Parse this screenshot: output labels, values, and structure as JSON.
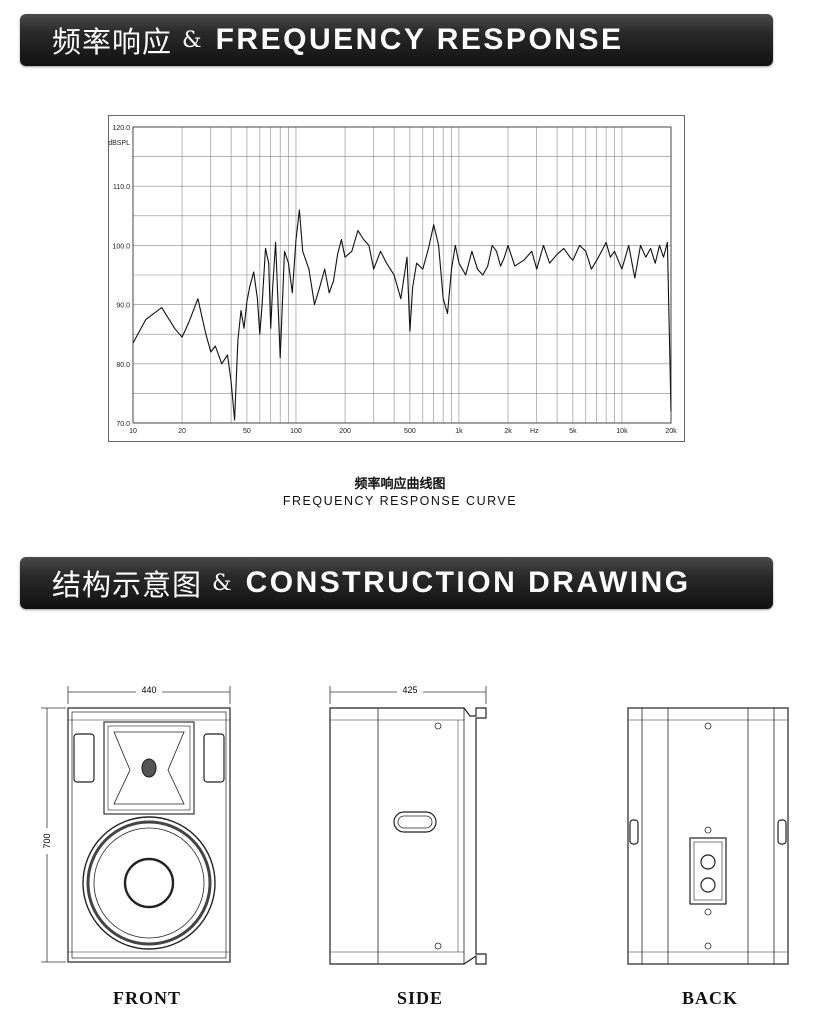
{
  "banner_frequency": {
    "cn": "频率响应",
    "amp": "&",
    "en": "FREQUENCY RESPONSE"
  },
  "chart_caption": {
    "cn": "频率响应曲线图",
    "en": "FREQUENCY RESPONSE CURVE"
  },
  "banner_construction": {
    "cn": "结构示意图",
    "amp": "&",
    "en": "CONSTRUCTION DRAWING"
  },
  "chart_data": {
    "type": "line",
    "ylabel": "dBSPL",
    "xlabel": "Hz",
    "ylim": [
      70,
      120
    ],
    "xlim": [
      10,
      20000
    ],
    "xscale": "log",
    "grid": true,
    "y_ticks": [
      "120.0",
      "110.0",
      "100.0",
      "90.0",
      "80.0",
      "70.0"
    ],
    "x_ticks": [
      {
        "value": 10,
        "label": "10"
      },
      {
        "value": 20,
        "label": "20"
      },
      {
        "value": 50,
        "label": "50"
      },
      {
        "value": 100,
        "label": "100"
      },
      {
        "value": 200,
        "label": "200"
      },
      {
        "value": 500,
        "label": "500"
      },
      {
        "value": 1000,
        "label": "1k"
      },
      {
        "value": 2000,
        "label": "2k"
      },
      {
        "value": 5000,
        "label": "5k"
      },
      {
        "value": 10000,
        "label": "10k"
      },
      {
        "value": 20000,
        "label": "20k"
      }
    ],
    "series": [
      {
        "x": [
          10,
          12,
          15,
          18,
          20,
          22,
          25,
          28,
          30,
          32,
          35,
          38,
          40,
          42,
          44,
          46,
          48,
          50,
          52,
          55,
          58,
          60,
          62,
          65,
          68,
          70,
          72,
          75,
          80,
          85,
          90,
          95,
          100,
          105,
          110,
          120,
          130,
          140,
          150,
          160,
          170,
          180,
          190,
          200,
          220,
          240,
          260,
          280,
          300,
          330,
          360,
          400,
          440,
          480,
          500,
          520,
          550,
          600,
          650,
          700,
          750,
          800,
          850,
          900,
          950,
          1000,
          1100,
          1200,
          1300,
          1400,
          1500,
          1600,
          1700,
          1800,
          1900,
          2000,
          2200,
          2500,
          2800,
          3000,
          3300,
          3600,
          4000,
          4400,
          4800,
          5000,
          5500,
          6000,
          6500,
          7000,
          7500,
          8000,
          8500,
          9000,
          10000,
          11000,
          12000,
          13000,
          14000,
          15000,
          16000,
          17000,
          18000,
          19000,
          20000
        ],
        "y": [
          83.5,
          87.5,
          89.5,
          86.0,
          84.5,
          87.0,
          91.0,
          85.0,
          82.0,
          83.0,
          80.0,
          81.5,
          77.0,
          70.5,
          84.0,
          89.0,
          86.0,
          90.5,
          93.0,
          95.5,
          91.0,
          85.0,
          90.0,
          99.5,
          97.0,
          86.0,
          93.0,
          100.5,
          81.0,
          99.0,
          97.0,
          92.0,
          101.0,
          106.0,
          99.0,
          96.0,
          90.0,
          93.0,
          96.0,
          92.0,
          94.0,
          98.5,
          101.0,
          98.0,
          99.0,
          102.5,
          101.0,
          100.0,
          96.0,
          99.0,
          97.0,
          95.0,
          91.0,
          98.0,
          85.5,
          93.0,
          97.0,
          96.0,
          99.5,
          103.5,
          100.0,
          91.0,
          88.5,
          96.0,
          100.0,
          97.0,
          95.0,
          99.0,
          96.0,
          95.0,
          96.5,
          100.0,
          99.0,
          96.5,
          98.0,
          100.0,
          96.5,
          97.5,
          99.0,
          96.0,
          100.0,
          97.0,
          98.5,
          99.5,
          98.0,
          97.5,
          100.0,
          99.0,
          96.0,
          97.5,
          99.0,
          100.5,
          98.0,
          99.0,
          96.0,
          100.0,
          94.5,
          100.0,
          98.0,
          99.5,
          97.0,
          100.0,
          98.0,
          100.5,
          72.0
        ]
      }
    ]
  },
  "drawings": {
    "front": {
      "label": "FRONT",
      "width_dim": "440",
      "height_dim": "700"
    },
    "side": {
      "label": "SIDE",
      "depth_dim": "425"
    },
    "back": {
      "label": "BACK"
    }
  }
}
